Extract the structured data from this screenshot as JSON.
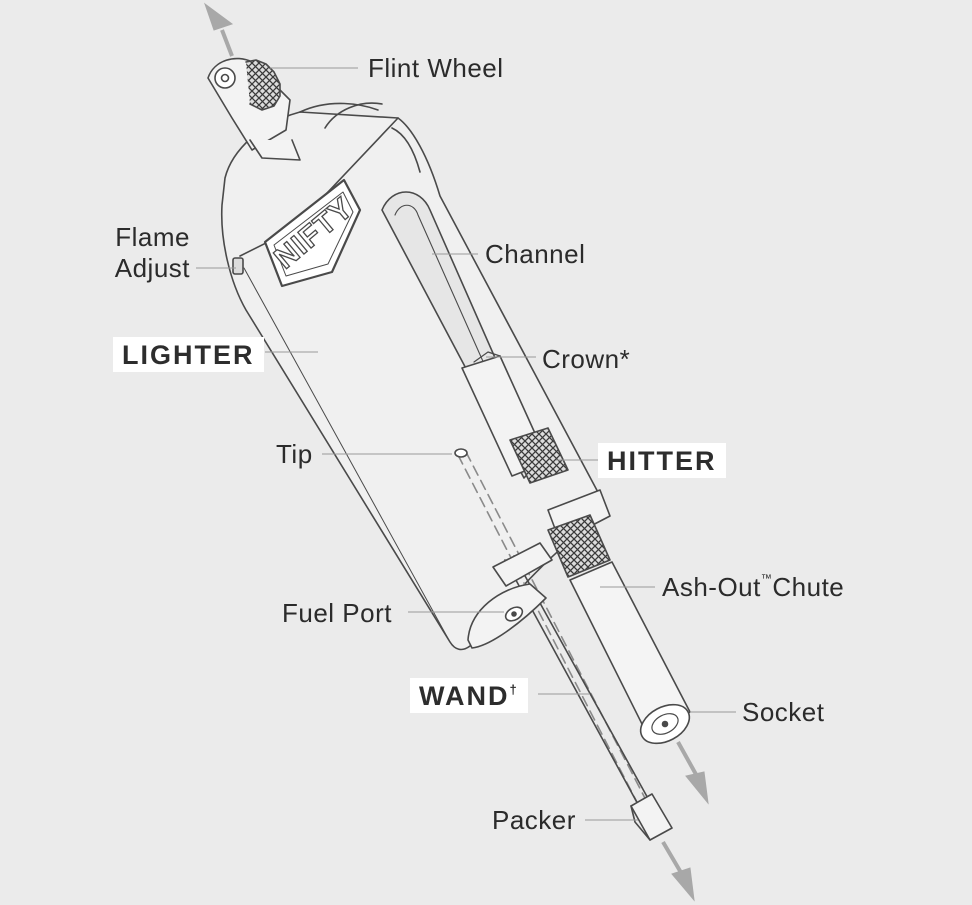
{
  "diagram": {
    "colors": {
      "background": "#ebebeb",
      "outline": "#4a4a4a",
      "leader": "#9a9a9a",
      "arrow": "#a8a8a8",
      "badge": "#ffffff",
      "text": "#2b2b2b"
    },
    "logo_text": "NIFTY",
    "callouts": {
      "flint_wheel": "Flint Wheel",
      "flame_adjust_line1": "Flame",
      "flame_adjust_line2": "Adjust",
      "channel": "Channel",
      "crown": "Crown*",
      "tip": "Tip",
      "ash_out": "Ash-Out",
      "ash_out_mark": "™",
      "ash_out_suffix": "Chute",
      "fuel_port": "Fuel Port",
      "socket": "Socket",
      "packer": "Packer"
    },
    "sections": {
      "lighter": "LIGHTER",
      "hitter": "HITTER",
      "wand": "WAND",
      "wand_mark": "†"
    }
  }
}
